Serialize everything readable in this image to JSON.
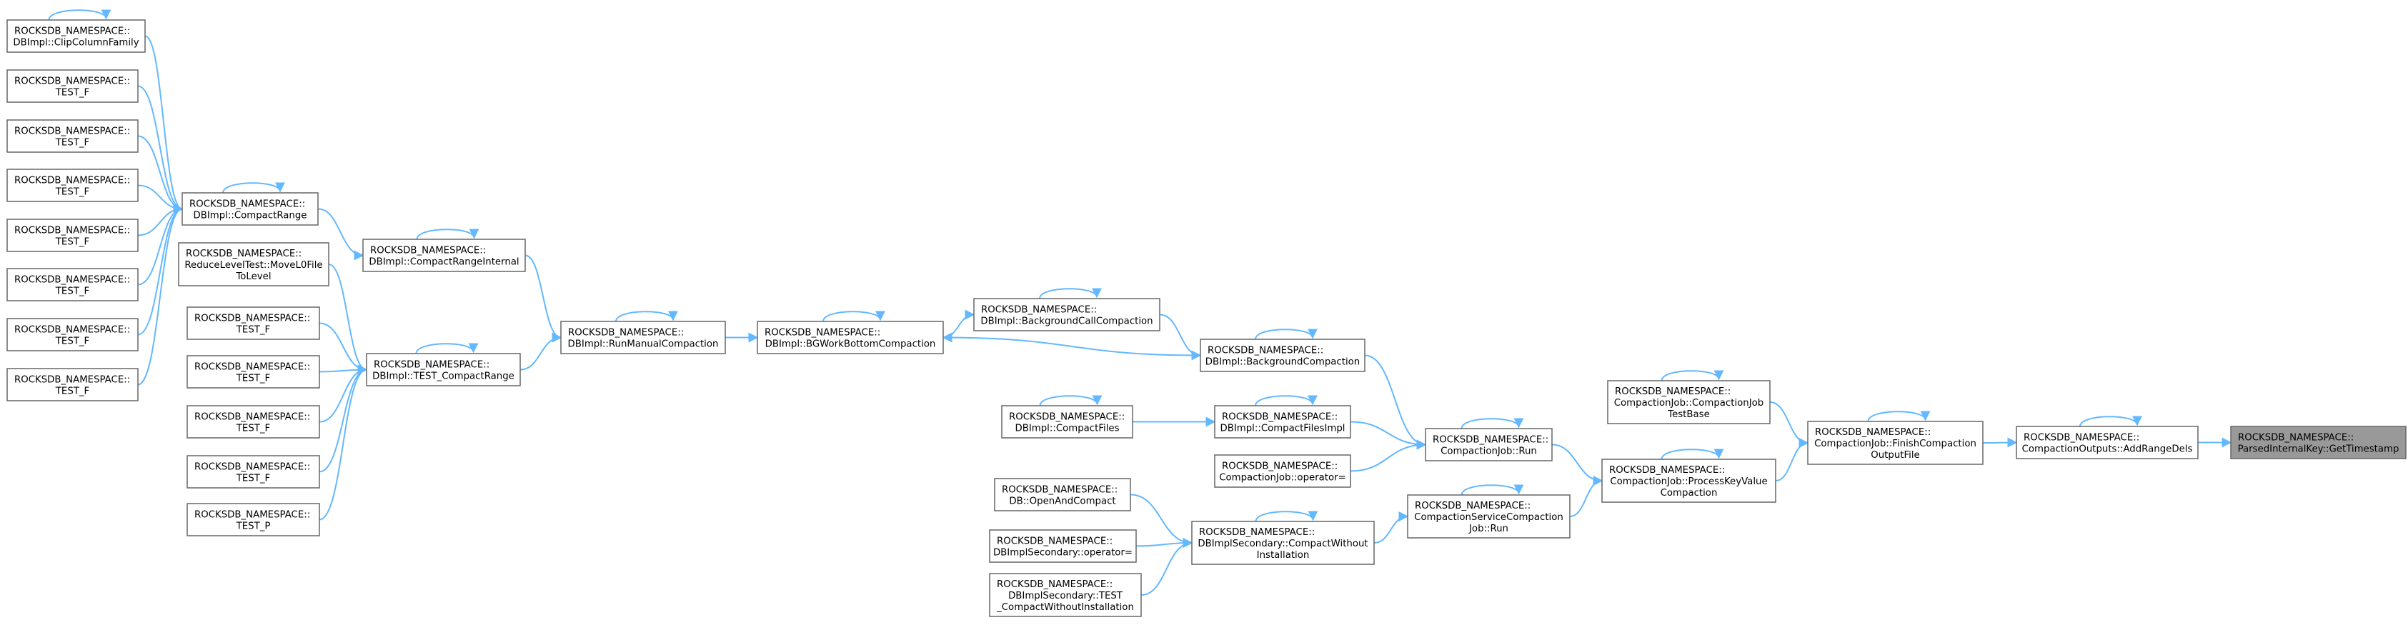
{
  "graph": {
    "nodes": [
      {
        "id": "root",
        "lines": [
          "ROCKSDB_NAMESPACE::",
          "ParsedInternalKey::GetTimestamp"
        ],
        "highlight": true
      },
      {
        "id": "addrange",
        "lines": [
          "ROCKSDB_NAMESPACE::",
          "CompactionOutputs::AddRangeDels"
        ]
      },
      {
        "id": "finish",
        "lines": [
          "ROCKSDB_NAMESPACE::",
          "CompactionJob::FinishCompaction",
          "OutputFile"
        ]
      },
      {
        "id": "testbase",
        "lines": [
          "ROCKSDB_NAMESPACE::",
          "CompactionJob::CompactionJob",
          "TestBase"
        ]
      },
      {
        "id": "process",
        "lines": [
          "ROCKSDB_NAMESPACE::",
          "CompactionJob::ProcessKeyValue",
          "Compaction"
        ]
      },
      {
        "id": "cjrun",
        "lines": [
          "ROCKSDB_NAMESPACE::",
          "CompactionJob::Run"
        ]
      },
      {
        "id": "cscjrun",
        "lines": [
          "ROCKSDB_NAMESPACE::",
          "CompactionServiceCompaction",
          "Job::Run"
        ]
      },
      {
        "id": "bgc",
        "lines": [
          "ROCKSDB_NAMESPACE::",
          "DBImpl::BackgroundCompaction"
        ]
      },
      {
        "id": "cfi",
        "lines": [
          "ROCKSDB_NAMESPACE::",
          "DBImpl::CompactFilesImpl"
        ]
      },
      {
        "id": "cjop",
        "lines": [
          "ROCKSDB_NAMESPACE::",
          "CompactionJob::operator="
        ]
      },
      {
        "id": "cwi",
        "lines": [
          "ROCKSDB_NAMESPACE::",
          "DBImplSecondary::CompactWithout",
          "Installation"
        ]
      },
      {
        "id": "bgcall",
        "lines": [
          "ROCKSDB_NAMESPACE::",
          "DBImpl::BackgroundCallCompaction"
        ]
      },
      {
        "id": "bgwork",
        "lines": [
          "ROCKSDB_NAMESPACE::",
          "DBImpl::BGWorkBottomCompaction"
        ]
      },
      {
        "id": "cf",
        "lines": [
          "ROCKSDB_NAMESPACE::",
          "DBImpl::CompactFiles"
        ]
      },
      {
        "id": "oac",
        "lines": [
          "ROCKSDB_NAMESPACE::",
          "DB::OpenAndCompact"
        ]
      },
      {
        "id": "dbsop",
        "lines": [
          "ROCKSDB_NAMESPACE::",
          "DBImplSecondary::operator="
        ]
      },
      {
        "id": "dbstest",
        "lines": [
          "ROCKSDB_NAMESPACE::",
          "DBImplSecondary::TEST",
          "_CompactWithoutInstallation"
        ]
      },
      {
        "id": "rmc",
        "lines": [
          "ROCKSDB_NAMESPACE::",
          "DBImpl::RunManualCompaction"
        ]
      },
      {
        "id": "cri",
        "lines": [
          "ROCKSDB_NAMESPACE::",
          "DBImpl::CompactRangeInternal"
        ]
      },
      {
        "id": "tcr",
        "lines": [
          "ROCKSDB_NAMESPACE::",
          "DBImpl::TEST_CompactRange"
        ]
      },
      {
        "id": "cr",
        "lines": [
          "ROCKSDB_NAMESPACE::",
          "DBImpl::CompactRange"
        ]
      },
      {
        "id": "rlt",
        "lines": [
          "ROCKSDB_NAMESPACE::",
          "ReduceLevelTest::MoveL0File",
          "ToLevel"
        ]
      },
      {
        "id": "tf1",
        "lines": [
          "ROCKSDB_NAMESPACE::",
          "TEST_F"
        ]
      },
      {
        "id": "tf2",
        "lines": [
          "ROCKSDB_NAMESPACE::",
          "TEST_F"
        ]
      },
      {
        "id": "tf3",
        "lines": [
          "ROCKSDB_NAMESPACE::",
          "TEST_F"
        ]
      },
      {
        "id": "tf4",
        "lines": [
          "ROCKSDB_NAMESPACE::",
          "TEST_F"
        ]
      },
      {
        "id": "tp1",
        "lines": [
          "ROCKSDB_NAMESPACE::",
          "TEST_P"
        ]
      },
      {
        "id": "ccf",
        "lines": [
          "ROCKSDB_NAMESPACE::",
          "DBImpl::ClipColumnFamily"
        ]
      },
      {
        "id": "tf5",
        "lines": [
          "ROCKSDB_NAMESPACE::",
          "TEST_F"
        ]
      },
      {
        "id": "tf6",
        "lines": [
          "ROCKSDB_NAMESPACE::",
          "TEST_F"
        ]
      },
      {
        "id": "tf7",
        "lines": [
          "ROCKSDB_NAMESPACE::",
          "TEST_F"
        ]
      },
      {
        "id": "tf8",
        "lines": [
          "ROCKSDB_NAMESPACE::",
          "TEST_F"
        ]
      },
      {
        "id": "tf9",
        "lines": [
          "ROCKSDB_NAMESPACE::",
          "TEST_F"
        ]
      },
      {
        "id": "tf10",
        "lines": [
          "ROCKSDB_NAMESPACE::",
          "TEST_F"
        ]
      },
      {
        "id": "tf11",
        "lines": [
          "ROCKSDB_NAMESPACE::",
          "TEST_F"
        ]
      }
    ],
    "edges": [
      {
        "from": "addrange",
        "to": "root"
      },
      {
        "from": "finish",
        "to": "addrange"
      },
      {
        "from": "testbase",
        "to": "finish"
      },
      {
        "from": "process",
        "to": "finish"
      },
      {
        "from": "cjrun",
        "to": "process"
      },
      {
        "from": "cscjrun",
        "to": "process"
      },
      {
        "from": "bgc",
        "to": "cjrun"
      },
      {
        "from": "cfi",
        "to": "cjrun"
      },
      {
        "from": "cjop",
        "to": "cjrun"
      },
      {
        "from": "cwi",
        "to": "cscjrun"
      },
      {
        "from": "bgcall",
        "to": "bgc"
      },
      {
        "from": "bgc",
        "to": "bgwork"
      },
      {
        "from": "cf",
        "to": "cfi"
      },
      {
        "from": "oac",
        "to": "cwi"
      },
      {
        "from": "dbsop",
        "to": "cwi"
      },
      {
        "from": "dbstest",
        "to": "cwi"
      },
      {
        "from": "bgwork",
        "to": "bgcall"
      },
      {
        "from": "rmc",
        "to": "bgwork"
      },
      {
        "from": "cri",
        "to": "rmc"
      },
      {
        "from": "tcr",
        "to": "rmc"
      },
      {
        "from": "cr",
        "to": "cri"
      },
      {
        "from": "rlt",
        "to": "tcr"
      },
      {
        "from": "tf1",
        "to": "tcr"
      },
      {
        "from": "tf2",
        "to": "tcr"
      },
      {
        "from": "tf3",
        "to": "tcr"
      },
      {
        "from": "tf4",
        "to": "tcr"
      },
      {
        "from": "tp1",
        "to": "tcr"
      },
      {
        "from": "ccf",
        "to": "cr"
      },
      {
        "from": "tf5",
        "to": "cr"
      },
      {
        "from": "tf6",
        "to": "cr"
      },
      {
        "from": "tf7",
        "to": "cr"
      },
      {
        "from": "tf8",
        "to": "cr"
      },
      {
        "from": "tf9",
        "to": "cr"
      },
      {
        "from": "tf10",
        "to": "cr"
      },
      {
        "from": "tf11",
        "to": "cr"
      }
    ],
    "self_loops": [
      "addrange",
      "finish",
      "testbase",
      "process",
      "cjrun",
      "cscjrun",
      "bgc",
      "cfi",
      "cwi",
      "bgcall",
      "bgwork",
      "cf",
      "rmc",
      "cri",
      "tcr",
      "cr",
      "ccf"
    ]
  }
}
